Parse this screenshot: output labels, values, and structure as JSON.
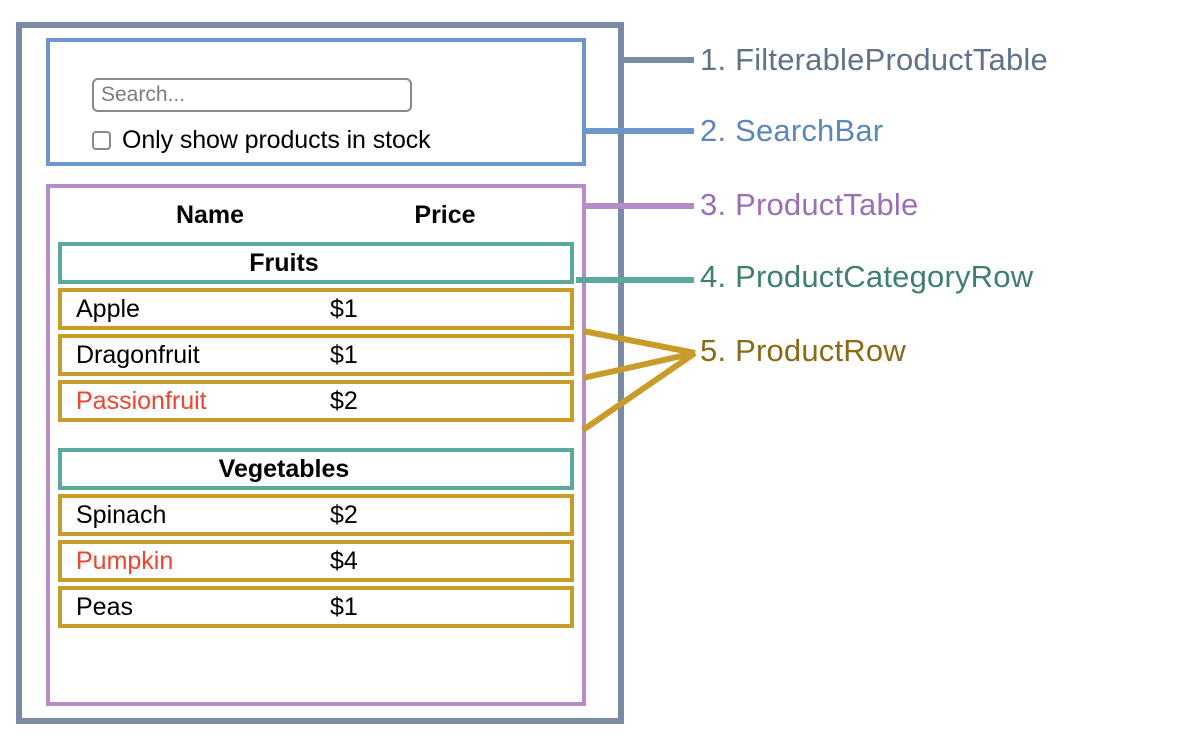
{
  "diagram": {
    "title": "React FilterableProductTable component breakdown",
    "colors": {
      "filterable_product_table": "#7b8aa3",
      "search_bar": "#6d96cc",
      "product_table": "#b58bc8",
      "product_category_row": "#5ba89c",
      "product_row": "#c89c28",
      "out_of_stock_text": "#f1432d"
    }
  },
  "search_bar": {
    "input": {
      "value": "",
      "placeholder": "Search..."
    },
    "checkbox": {
      "label": "Only show products in stock",
      "checked": false
    }
  },
  "product_table": {
    "headers": {
      "name": "Name",
      "price": "Price"
    },
    "groups": [
      {
        "category": "Fruits",
        "products": [
          {
            "name": "Apple",
            "price": "$1",
            "stocked": true
          },
          {
            "name": "Dragonfruit",
            "price": "$1",
            "stocked": true
          },
          {
            "name": "Passionfruit",
            "price": "$2",
            "stocked": false
          }
        ]
      },
      {
        "category": "Vegetables",
        "products": [
          {
            "name": "Spinach",
            "price": "$2",
            "stocked": true
          },
          {
            "name": "Pumpkin",
            "price": "$4",
            "stocked": false
          },
          {
            "name": "Peas",
            "price": "$1",
            "stocked": true
          }
        ]
      }
    ]
  },
  "legend": {
    "items": [
      {
        "number": "1.",
        "label": "FilterableProductTable",
        "text": "1. FilterableProductTable",
        "color": "#60718c"
      },
      {
        "number": "2.",
        "label": "SearchBar",
        "text": "2. SearchBar",
        "color": "#5d86bd"
      },
      {
        "number": "3.",
        "label": "ProductTable",
        "text": "3. ProductTable",
        "color": "#9b6fb5"
      },
      {
        "number": "4.",
        "label": "ProductCategoryRow",
        "text": "4. ProductCategoryRow",
        "color": "#3f7f6f"
      },
      {
        "number": "5.",
        "label": "ProductRow",
        "text": "5. ProductRow",
        "color": "#8a6a18"
      }
    ]
  }
}
